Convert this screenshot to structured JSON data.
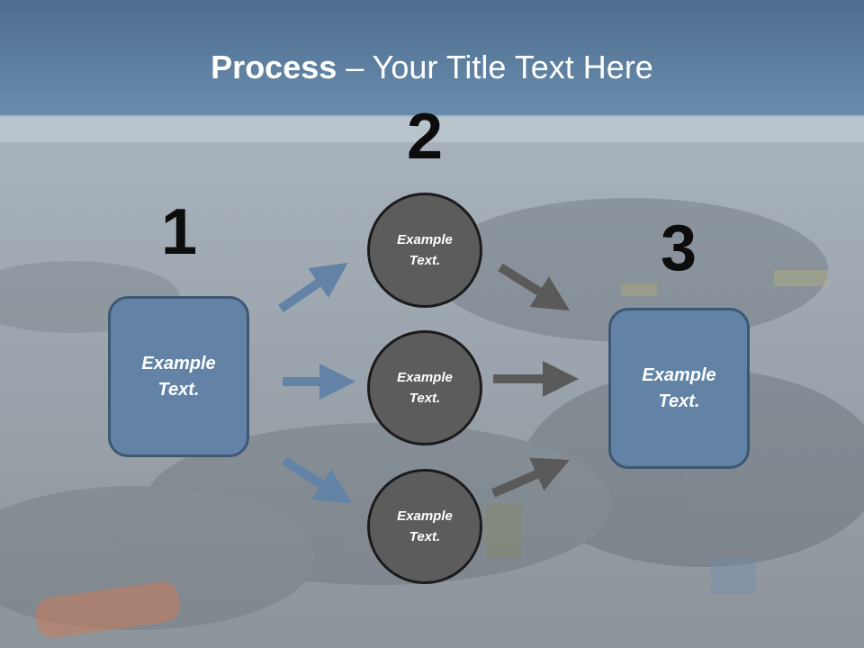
{
  "title": {
    "bold": "Process",
    "rest": " – Your Title Text Here"
  },
  "steps": {
    "one": "1",
    "two": "2",
    "three": "3"
  },
  "boxes": {
    "left": "Example Text.",
    "right": "Example Text."
  },
  "circles": {
    "top": "Example Text.",
    "middle": "Example Text.",
    "bottom": "Example Text."
  },
  "colors": {
    "box_fill": "#6283a6",
    "circle_fill": "#5c5c5c",
    "arrow_blue": "#6283a6",
    "arrow_gray": "#5a5a5a"
  }
}
